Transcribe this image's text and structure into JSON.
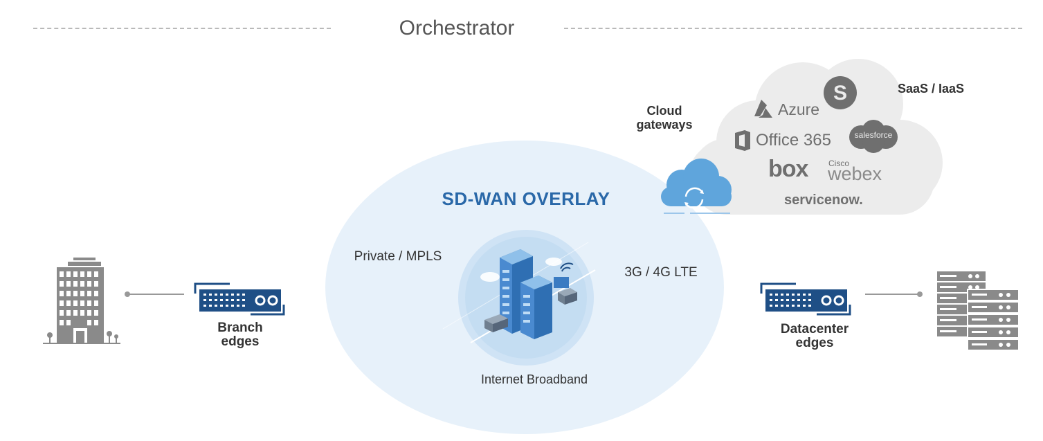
{
  "header": {
    "title": "Orchestrator"
  },
  "overlay": {
    "title": "SD-WAN OVERLAY",
    "links": {
      "private": "Private / MPLS",
      "lte": "3G / 4G LTE",
      "internet": "Internet Broadband"
    }
  },
  "branch": {
    "label_line1": "Branch",
    "label_line2": "edges"
  },
  "datacenter": {
    "label_line1": "Datacenter",
    "label_line2": "edges"
  },
  "cloud_gateways": {
    "label_line1": "Cloud",
    "label_line2": "gateways"
  },
  "saas": {
    "label": "SaaS / IaaS",
    "brands": {
      "azure": "Azure",
      "office": "Office 365",
      "salesforce": "salesforce",
      "box": "box",
      "cisco": "Cisco",
      "webex": "webex",
      "servicenow": "servicenow."
    }
  },
  "colors": {
    "navy": "#1f4f86",
    "overlay": "#e7f1fa",
    "hub": "#cfe3f5",
    "cloud_gateway": "#5fa5dc",
    "saas_cloud": "#ececec",
    "title_blue": "#2a68a8"
  }
}
